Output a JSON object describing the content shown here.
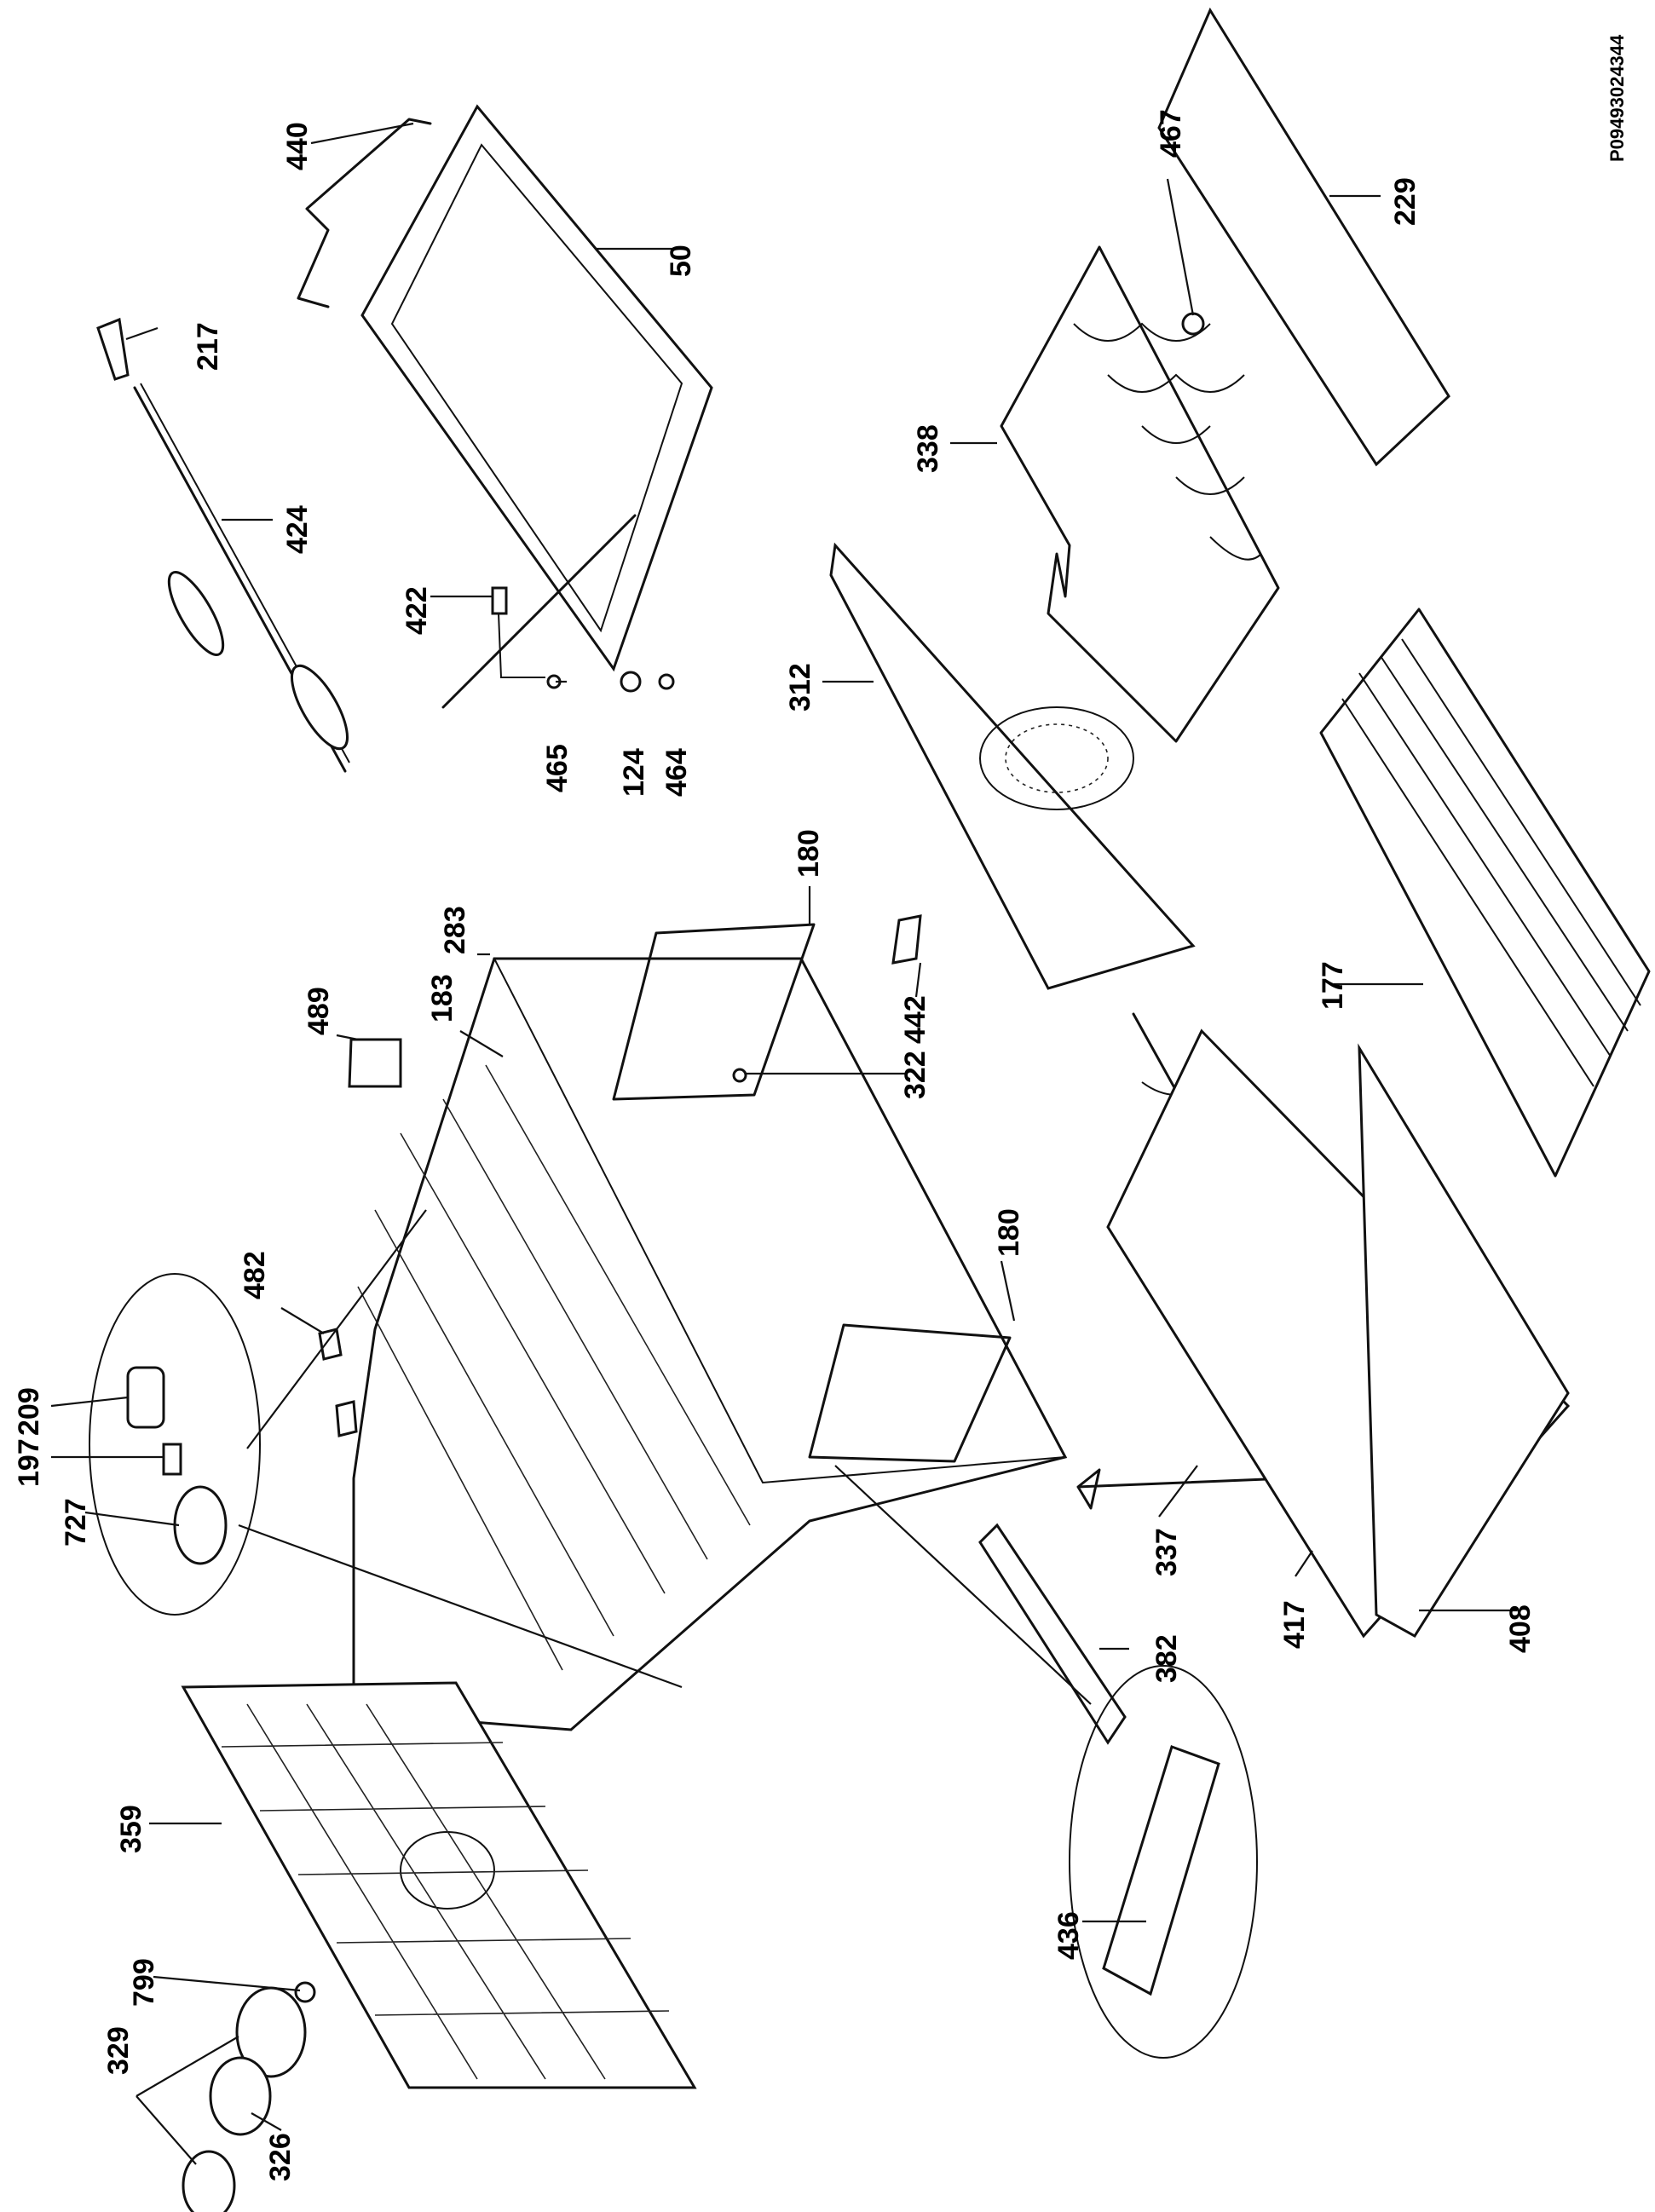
{
  "drawing_code": "P09493024344",
  "part_numbers": {
    "p440": "440",
    "p50": "50",
    "p217": "217",
    "p424": "424",
    "p422": "422",
    "p465": "465",
    "p124": "124",
    "p464": "464",
    "p467": "467",
    "p229": "229",
    "p338": "338",
    "p312": "312",
    "p180a": "180",
    "p180b": "180",
    "p283": "283",
    "p183": "183",
    "p489": "489",
    "p442": "442",
    "p322": "322",
    "p177": "177",
    "p482": "482",
    "p209": "209",
    "p197": "197",
    "p727": "727",
    "p337": "337",
    "p417": "417",
    "p408": "408",
    "p382": "382",
    "p359": "359",
    "p436": "436",
    "p799": "799",
    "p329": "329",
    "p326": "326"
  }
}
